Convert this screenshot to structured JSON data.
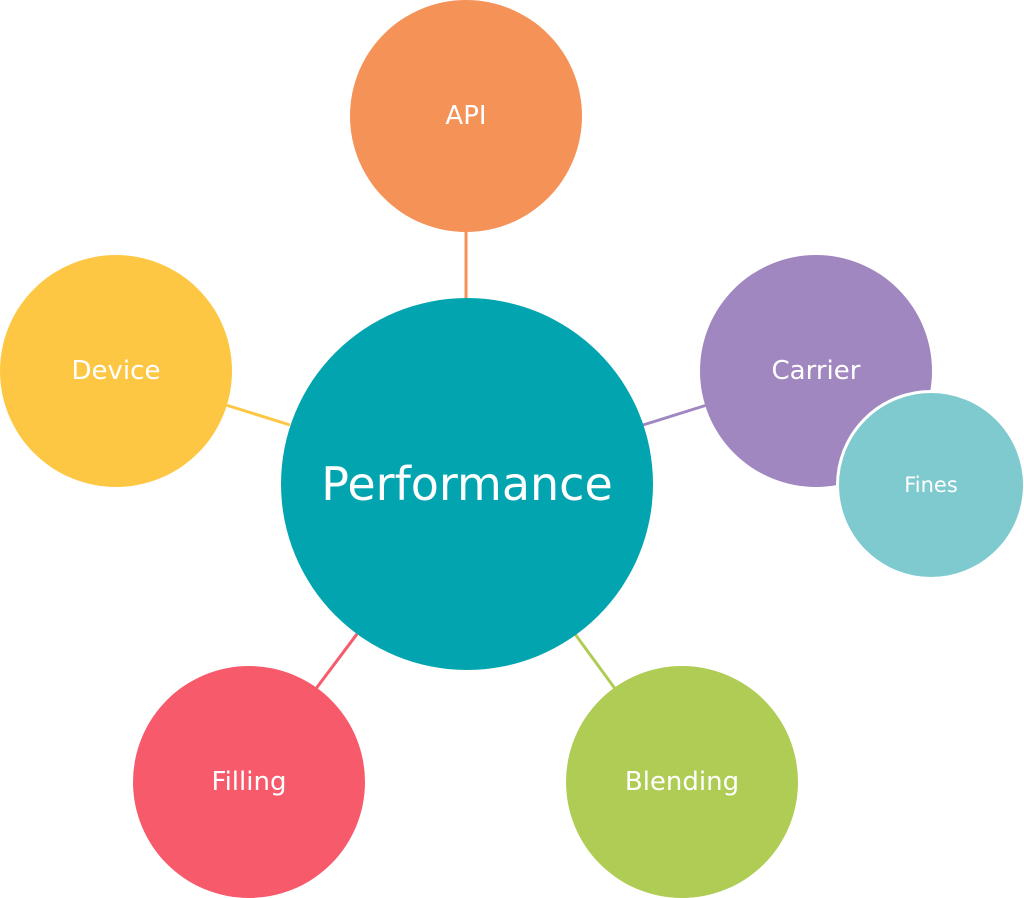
{
  "colors": {
    "background": "#ffffff",
    "text": "#ffffff",
    "center": "#02a5af",
    "api": "#f49258",
    "device": "#fdc744",
    "carrier": "#a087c0",
    "fines": "#7ecacf",
    "filling": "#f75b6b",
    "blending": "#afcc55"
  },
  "center": {
    "label": "Performance"
  },
  "nodes": {
    "api": {
      "label": "API"
    },
    "device": {
      "label": "Device"
    },
    "carrier": {
      "label": "Carrier"
    },
    "fines": {
      "label": "Fines"
    },
    "filling": {
      "label": "Filling"
    },
    "blending": {
      "label": "Blending"
    }
  }
}
